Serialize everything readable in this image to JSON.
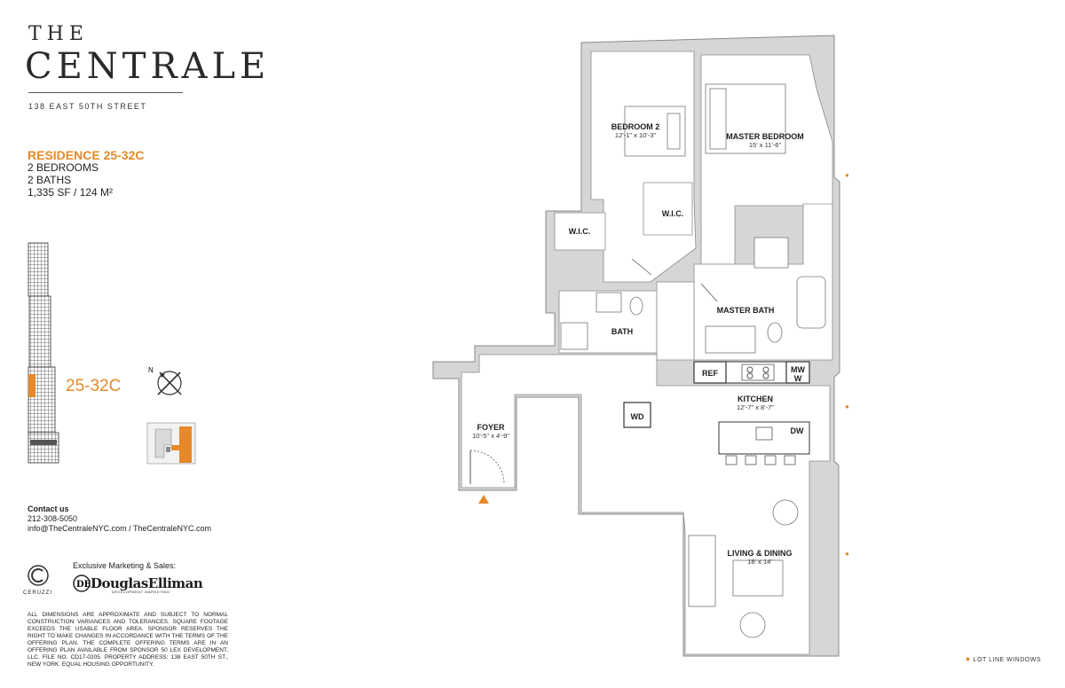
{
  "brand": {
    "the": "THE",
    "name": "CENTRALE",
    "address": "138 EAST 50TH STREET"
  },
  "residence": {
    "title": "RESIDENCE 25-32C",
    "bedrooms": "2 BEDROOMS",
    "baths": "2 BATHS",
    "area": "1,335 SF / 124 M²"
  },
  "unit_label": "25-32C",
  "compass": {
    "north": "N"
  },
  "contact": {
    "title": "Contact us",
    "phone": "212-308-5050",
    "web": "info@TheCentraleNYC.com / TheCentraleNYC.com"
  },
  "marketing": {
    "label": "Exclusive Marketing & Sales:",
    "ceruzzi": "CERUZZI",
    "douglas_elliman": "DouglasElliman",
    "de_sub": "DEVELOPMENT MARKETING"
  },
  "disclaimer": "All dimensions are approximate and subject to normal construction variances and tolerances. Square footage exceeds the usable floor area. Sponsor reserves the right to make changes in accordance with the terms of the offering plan. The complete offering terms are in an offering plan available from sponsor 50 Lex Development, LLC. File No. CD17-0205. Property address: 138 East 50th St., New York. Equal Housing Opportunity.",
  "rooms": {
    "bedroom2": {
      "name": "BEDROOM 2",
      "dim": "12'-1\" x 10'-3\""
    },
    "master_bedroom": {
      "name": "MASTER BEDROOM",
      "dim": "15' x 11'-6\""
    },
    "wic_a": {
      "name": "W.I.C."
    },
    "wic_b": {
      "name": "W.I.C."
    },
    "bath": {
      "name": "BATH"
    },
    "master_bath": {
      "name": "MASTER BATH"
    },
    "kitchen": {
      "name": "KITCHEN",
      "dim": "12'-7\" x 8'-7\""
    },
    "foyer": {
      "name": "FOYER",
      "dim": "10'-5\" x 4'-9\""
    },
    "living": {
      "name": "LIVING & DINING",
      "dim": "18' x 14'"
    }
  },
  "appliances": {
    "ref": "REF",
    "mw": "MW",
    "mw2": "W",
    "wd": "WD",
    "dw": "DW"
  },
  "legend": {
    "lot_line": "LOT LINE WINDOWS"
  },
  "colors": {
    "accent": "#e5892b",
    "wall_fill": "#d6d6d6",
    "wall_stroke": "#8a8a8a"
  }
}
